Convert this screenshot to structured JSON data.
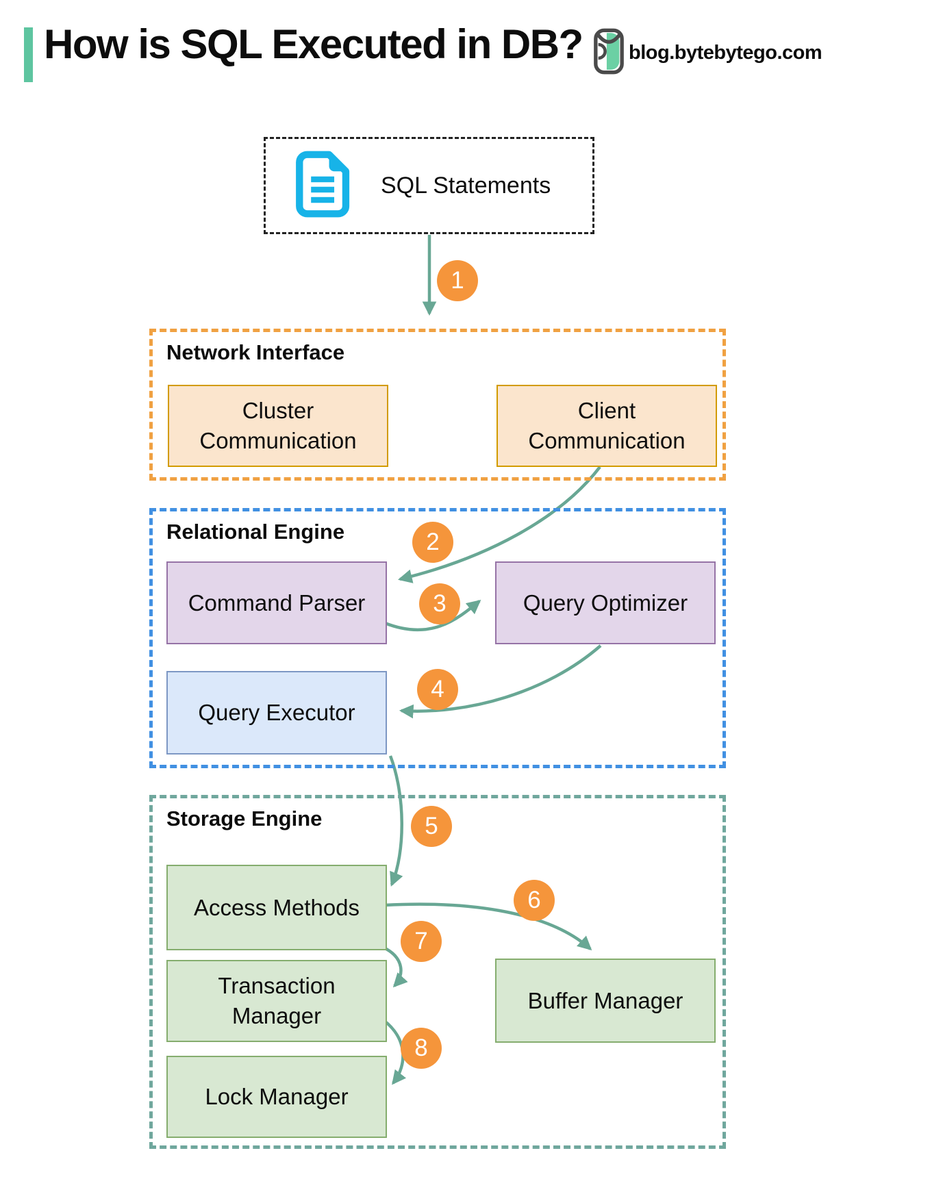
{
  "header": {
    "title": "How is SQL Executed in DB?",
    "brand": "blog.bytebytego.com"
  },
  "source_box": {
    "label": "SQL Statements"
  },
  "sections": {
    "network": {
      "label": "Network Interface",
      "boxes": {
        "cluster": {
          "label": "Cluster\nCommunication"
        },
        "client": {
          "label": "Client\nCommunication"
        }
      }
    },
    "relational": {
      "label": "Relational Engine",
      "boxes": {
        "parser": {
          "label": "Command Parser"
        },
        "optimizer": {
          "label": "Query Optimizer"
        },
        "executor": {
          "label": "Query Executor"
        }
      }
    },
    "storage": {
      "label": "Storage Engine",
      "boxes": {
        "access": {
          "label": "Access Methods"
        },
        "transaction": {
          "label": "Transaction\nManager"
        },
        "lock": {
          "label": "Lock Manager"
        },
        "buffer": {
          "label": "Buffer Manager"
        }
      }
    }
  },
  "steps": [
    "1",
    "2",
    "3",
    "4",
    "5",
    "6",
    "7",
    "8"
  ],
  "colors": {
    "accent_green": "#5EC5A0",
    "arrow_teal": "#68A794",
    "step_badge_orange": "#F5953B",
    "document_icon_blue": "#17B3E8",
    "source_border_black": "#222222",
    "network_section_border": "#F0A142",
    "network_box_fill": "#FBE5CD",
    "network_box_border": "#D29B00",
    "relational_section_border": "#4190E2",
    "purple_box_fill": "#E3D6EA",
    "purple_box_border": "#9673A6",
    "blue_box_fill": "#DBE8FA",
    "blue_box_border": "#7D97C4",
    "storage_section_border": "#70A79D",
    "green_box_fill": "#D8E8D2",
    "green_box_border": "#85AD6E",
    "logo_dark": "#4A4A4A",
    "logo_green": "#6BD0A4"
  }
}
